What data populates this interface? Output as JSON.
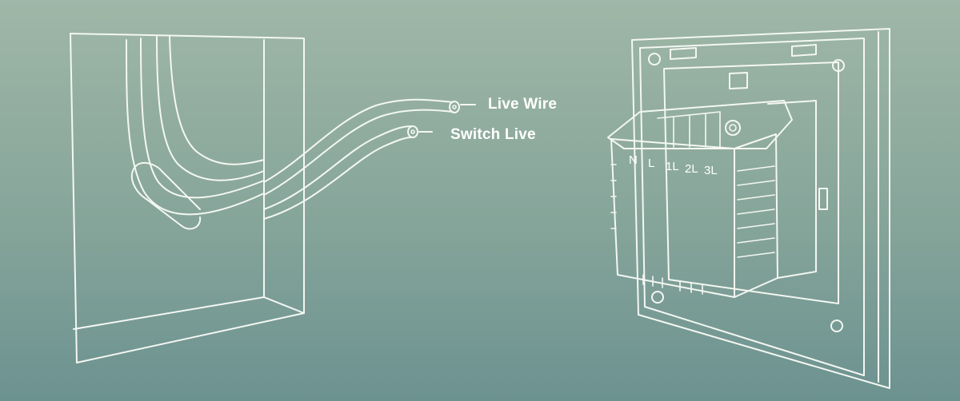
{
  "labels": {
    "live_wire": "Live  Wire",
    "switch_live": "Switch Live"
  },
  "terminals": [
    "N",
    "L",
    "1L",
    "2L",
    "3L"
  ],
  "colors": {
    "line": "#f4f7f2",
    "background_top": "#9fb7a7",
    "background_bottom": "#6c9290"
  }
}
